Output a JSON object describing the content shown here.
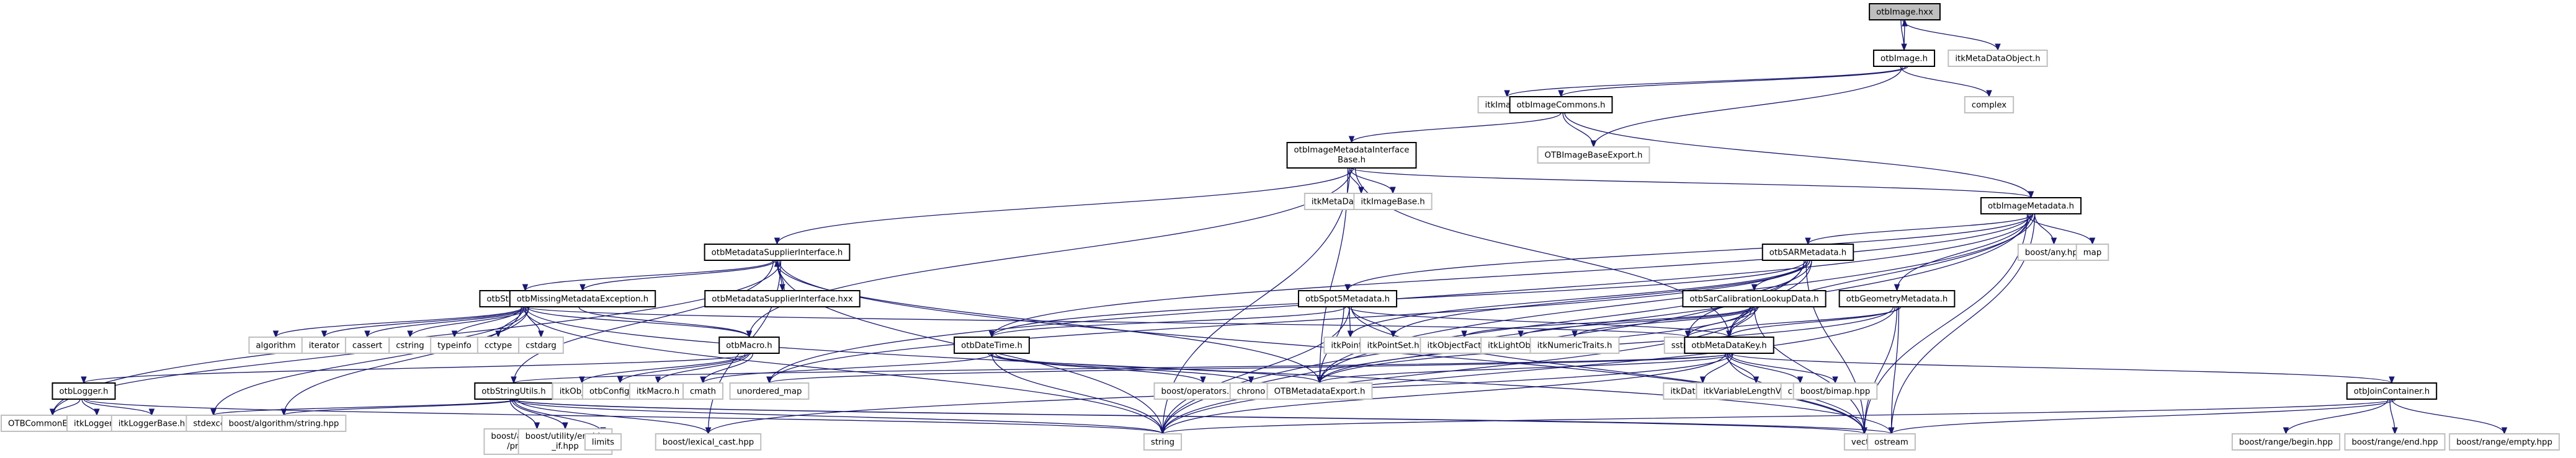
{
  "graph": {
    "title": "Include dependency graph for otbImage.hxx",
    "colors": {
      "edge": "#191970",
      "root_fill": "#bfbfbf",
      "root_border": "#000000",
      "internal_border": "#000000",
      "external_border": "#bfbfbf"
    },
    "nodes": [
      {
        "id": "otbImage_hxx",
        "label": [
          "otbImage.hxx"
        ],
        "kind": "root"
      },
      {
        "id": "otbImage_h",
        "label": [
          "otbImage.h"
        ],
        "kind": "internal"
      },
      {
        "id": "itkMetaDataObject",
        "label": [
          "itkMetaDataObject.h"
        ],
        "kind": "external"
      },
      {
        "id": "itkImage",
        "label": [
          "itkImage.h"
        ],
        "kind": "external"
      },
      {
        "id": "otbImageCommons",
        "label": [
          "otbImageCommons.h"
        ],
        "kind": "internal"
      },
      {
        "id": "complex",
        "label": [
          "complex"
        ],
        "kind": "external"
      },
      {
        "id": "otbImageMetadataInterfaceBase",
        "label": [
          "otbImageMetadataInterface",
          "Base.h"
        ],
        "kind": "internal"
      },
      {
        "id": "OTBImageBaseExport",
        "label": [
          "OTBImageBaseExport.h"
        ],
        "kind": "external"
      },
      {
        "id": "itkMetaDataDictionary",
        "label": [
          "itkMetaDataDictionary.h"
        ],
        "kind": "external"
      },
      {
        "id": "itkImageBase",
        "label": [
          "itkImageBase.h"
        ],
        "kind": "external"
      },
      {
        "id": "otbImageMetadata",
        "label": [
          "otbImageMetadata.h"
        ],
        "kind": "internal"
      },
      {
        "id": "otbMetadataSupplierInterface",
        "label": [
          "otbMetadataSupplierInterface.h"
        ],
        "kind": "internal"
      },
      {
        "id": "otbSARMetadata",
        "label": [
          "otbSARMetadata.h"
        ],
        "kind": "internal"
      },
      {
        "id": "boost_any",
        "label": [
          "boost/any.hpp"
        ],
        "kind": "external"
      },
      {
        "id": "map",
        "label": [
          "map"
        ],
        "kind": "external"
      },
      {
        "id": "otbStringUtilities",
        "label": [
          "otbStringUtilities.h"
        ],
        "kind": "internal"
      },
      {
        "id": "otbMissingMetadataException",
        "label": [
          "otbMissingMetadataException.h"
        ],
        "kind": "internal"
      },
      {
        "id": "otbMetadataSupplierInterface_hxx",
        "label": [
          "otbMetadataSupplierInterface.hxx"
        ],
        "kind": "internal"
      },
      {
        "id": "otbSpot5Metadata",
        "label": [
          "otbSpot5Metadata.h"
        ],
        "kind": "internal"
      },
      {
        "id": "otbSarCalibrationLookupData",
        "label": [
          "otbSarCalibrationLookupData.h"
        ],
        "kind": "internal"
      },
      {
        "id": "otbGeometryMetadata",
        "label": [
          "otbGeometryMetadata.h"
        ],
        "kind": "internal"
      },
      {
        "id": "algorithm",
        "label": [
          "algorithm"
        ],
        "kind": "external"
      },
      {
        "id": "iterator",
        "label": [
          "iterator"
        ],
        "kind": "external"
      },
      {
        "id": "cassert",
        "label": [
          "cassert"
        ],
        "kind": "external"
      },
      {
        "id": "cstring",
        "label": [
          "cstring"
        ],
        "kind": "external"
      },
      {
        "id": "typeinfo",
        "label": [
          "typeinfo"
        ],
        "kind": "external"
      },
      {
        "id": "cctype",
        "label": [
          "cctype"
        ],
        "kind": "external"
      },
      {
        "id": "cstdarg",
        "label": [
          "cstdarg"
        ],
        "kind": "external"
      },
      {
        "id": "otbMacro",
        "label": [
          "otbMacro.h"
        ],
        "kind": "internal"
      },
      {
        "id": "otbDateTime",
        "label": [
          "otbDateTime.h"
        ],
        "kind": "internal"
      },
      {
        "id": "itkPoint",
        "label": [
          "itkPoint.h"
        ],
        "kind": "external"
      },
      {
        "id": "itkPointSet",
        "label": [
          "itkPointSet.h"
        ],
        "kind": "external"
      },
      {
        "id": "itkObjectFactory",
        "label": [
          "itkObjectFactory.h"
        ],
        "kind": "external"
      },
      {
        "id": "itkLightObject",
        "label": [
          "itkLightObject.h"
        ],
        "kind": "external"
      },
      {
        "id": "itkNumericTraits",
        "label": [
          "itkNumericTraits.h"
        ],
        "kind": "external"
      },
      {
        "id": "sstream",
        "label": [
          "sstream"
        ],
        "kind": "external"
      },
      {
        "id": "otbMetaDataKey",
        "label": [
          "otbMetaDataKey.h"
        ],
        "kind": "internal"
      },
      {
        "id": "otbLogger",
        "label": [
          "otbLogger.h"
        ],
        "kind": "internal"
      },
      {
        "id": "otbStringUtils",
        "label": [
          "otbStringUtils.h"
        ],
        "kind": "internal"
      },
      {
        "id": "itkObject",
        "label": [
          "itkObject.h"
        ],
        "kind": "external"
      },
      {
        "id": "otbConfigure",
        "label": [
          "otbConfigure.h"
        ],
        "kind": "external"
      },
      {
        "id": "itkMacro",
        "label": [
          "itkMacro.h"
        ],
        "kind": "external"
      },
      {
        "id": "cmath",
        "label": [
          "cmath"
        ],
        "kind": "external"
      },
      {
        "id": "unordered_map",
        "label": [
          "unordered_map"
        ],
        "kind": "external"
      },
      {
        "id": "boost_operators",
        "label": [
          "boost/operators.hpp"
        ],
        "kind": "external"
      },
      {
        "id": "chrono",
        "label": [
          "chrono"
        ],
        "kind": "external"
      },
      {
        "id": "OTBMetadataExport",
        "label": [
          "OTBMetadataExport.h"
        ],
        "kind": "external"
      },
      {
        "id": "itkDataObject",
        "label": [
          "itkDataObject.h"
        ],
        "kind": "external"
      },
      {
        "id": "itkVariableLengthVector",
        "label": [
          "itkVariableLengthVector.h"
        ],
        "kind": "external"
      },
      {
        "id": "cstdio",
        "label": [
          "cstdio"
        ],
        "kind": "external"
      },
      {
        "id": "boost_bimap",
        "label": [
          "boost/bimap.hpp"
        ],
        "kind": "external"
      },
      {
        "id": "otbJoinContainer",
        "label": [
          "otbJoinContainer.h"
        ],
        "kind": "internal"
      },
      {
        "id": "OTBCommonExport",
        "label": [
          "OTBCommonExport.h"
        ],
        "kind": "external"
      },
      {
        "id": "itkLogger",
        "label": [
          "itkLogger.h"
        ],
        "kind": "external"
      },
      {
        "id": "itkLoggerBase",
        "label": [
          "itkLoggerBase.h"
        ],
        "kind": "external"
      },
      {
        "id": "stdexcept",
        "label": [
          "stdexcept"
        ],
        "kind": "external"
      },
      {
        "id": "boost_algorithm_string",
        "label": [
          "boost/algorithm/string.hpp"
        ],
        "kind": "external"
      },
      {
        "id": "boost_algorithm_string_predicate",
        "label": [
          "boost/algorithm/string",
          "/predicate.hpp"
        ],
        "kind": "external"
      },
      {
        "id": "boost_utility_enable_if",
        "label": [
          "boost/utility/enable",
          "_if.hpp"
        ],
        "kind": "external"
      },
      {
        "id": "limits",
        "label": [
          "limits"
        ],
        "kind": "external"
      },
      {
        "id": "boost_lexical_cast",
        "label": [
          "boost/lexical_cast.hpp"
        ],
        "kind": "external"
      },
      {
        "id": "string",
        "label": [
          "string"
        ],
        "kind": "external"
      },
      {
        "id": "vector",
        "label": [
          "vector"
        ],
        "kind": "external"
      },
      {
        "id": "ostream",
        "label": [
          "ostream"
        ],
        "kind": "external"
      },
      {
        "id": "boost_range_begin",
        "label": [
          "boost/range/begin.hpp"
        ],
        "kind": "external"
      },
      {
        "id": "boost_range_end",
        "label": [
          "boost/range/end.hpp"
        ],
        "kind": "external"
      },
      {
        "id": "boost_range_empty",
        "label": [
          "boost/range/empty.hpp"
        ],
        "kind": "external"
      }
    ],
    "edges": [
      [
        "otbImage_hxx",
        "otbImage_h"
      ],
      [
        "otbImage_hxx",
        "itkMetaDataObject"
      ],
      [
        "otbImage_h",
        "otbImage_hxx"
      ],
      [
        "otbImage_h",
        "itkImage"
      ],
      [
        "otbImage_h",
        "otbImageCommons"
      ],
      [
        "otbImage_h",
        "complex"
      ],
      [
        "otbImage_h",
        "OTBImageBaseExport"
      ],
      [
        "otbImageCommons",
        "otbImageMetadataInterfaceBase"
      ],
      [
        "otbImageCommons",
        "OTBImageBaseExport"
      ],
      [
        "otbImageCommons",
        "otbImageMetadata"
      ],
      [
        "otbImageMetadataInterfaceBase",
        "itkMetaDataDictionary"
      ],
      [
        "otbImageMetadataInterfaceBase",
        "itkImageBase"
      ],
      [
        "otbImageMetadataInterfaceBase",
        "otbImageMetadata"
      ],
      [
        "otbImageMetadataInterfaceBase",
        "otbMetadataSupplierInterface"
      ],
      [
        "otbImageMetadataInterfaceBase",
        "otbMetaDataKey"
      ],
      [
        "otbImageMetadataInterfaceBase",
        "OTBMetadataExport"
      ],
      [
        "otbImageMetadataInterfaceBase",
        "string"
      ],
      [
        "otbImageMetadataInterfaceBase",
        "otbMacro"
      ],
      [
        "otbImageMetadata",
        "otbSARMetadata"
      ],
      [
        "otbImageMetadata",
        "boost_any"
      ],
      [
        "otbImageMetadata",
        "map"
      ],
      [
        "otbImageMetadata",
        "otbGeometryMetadata"
      ],
      [
        "otbImageMetadata",
        "otbMetaDataKey"
      ],
      [
        "otbImageMetadata",
        "otbSpot5Metadata"
      ],
      [
        "otbImageMetadata",
        "OTBMetadataExport"
      ],
      [
        "otbImageMetadata",
        "vector"
      ],
      [
        "otbImageMetadata",
        "string"
      ],
      [
        "otbImageMetadata",
        "otbDateTime"
      ],
      [
        "otbImageMetadata",
        "unordered_map"
      ],
      [
        "otbImageMetadata",
        "ostream"
      ],
      [
        "otbMetadataSupplierInterface",
        "otbStringUtilities"
      ],
      [
        "otbMetadataSupplierInterface",
        "otbMissingMetadataException"
      ],
      [
        "otbMetadataSupplierInterface",
        "otbMetadataSupplierInterface_hxx"
      ],
      [
        "otbMetadataSupplierInterface_hxx",
        "otbMetadataSupplierInterface"
      ],
      [
        "otbMetadataSupplierInterface",
        "OTBCommonExport"
      ],
      [
        "otbMetadataSupplierInterface",
        "otbStringUtils"
      ],
      [
        "otbMetadataSupplierInterface",
        "OTBMetadataExport"
      ],
      [
        "otbMetadataSupplierInterface",
        "string"
      ],
      [
        "otbMetadataSupplierInterface",
        "vector"
      ],
      [
        "otbMetadataSupplierInterface",
        "boost_lexical_cast"
      ],
      [
        "otbMissingMetadataException",
        "otbMacro"
      ],
      [
        "otbStringUtilities",
        "algorithm"
      ],
      [
        "otbStringUtilities",
        "iterator"
      ],
      [
        "otbStringUtilities",
        "cassert"
      ],
      [
        "otbStringUtilities",
        "cstring"
      ],
      [
        "otbStringUtilities",
        "typeinfo"
      ],
      [
        "otbStringUtilities",
        "cctype"
      ],
      [
        "otbStringUtilities",
        "cstdarg"
      ],
      [
        "otbStringUtilities",
        "otbMacro"
      ],
      [
        "otbStringUtilities",
        "stdexcept"
      ],
      [
        "otbStringUtilities",
        "boost_algorithm_string"
      ],
      [
        "otbStringUtilities",
        "string"
      ],
      [
        "otbStringUtilities",
        "ostream"
      ],
      [
        "otbStringUtilities",
        "sstream"
      ],
      [
        "otbStringUtilities",
        "OTBCommonExport"
      ],
      [
        "otbMacro",
        "itkObject"
      ],
      [
        "otbMacro",
        "otbConfigure"
      ],
      [
        "otbMacro",
        "itkMacro"
      ],
      [
        "otbMacro",
        "otbLogger"
      ],
      [
        "otbMacro",
        "cmath"
      ],
      [
        "otbLogger",
        "OTBCommonExport"
      ],
      [
        "otbLogger",
        "itkLogger"
      ],
      [
        "otbLogger",
        "itkLoggerBase"
      ],
      [
        "otbLogger",
        "string"
      ],
      [
        "otbStringUtils",
        "boost_algorithm_string"
      ],
      [
        "otbStringUtils",
        "boost_algorithm_string_predicate"
      ],
      [
        "otbStringUtils",
        "boost_utility_enable_if"
      ],
      [
        "otbStringUtils",
        "limits"
      ],
      [
        "otbStringUtils",
        "stdexcept"
      ],
      [
        "otbStringUtils",
        "boost_lexical_cast"
      ],
      [
        "otbStringUtils",
        "string"
      ],
      [
        "otbStringUtils",
        "vector"
      ],
      [
        "otbStringUtils",
        "ostream"
      ],
      [
        "otbSARMetadata",
        "otbSarCalibrationLookupData"
      ],
      [
        "otbSARMetadata",
        "otbMetaDataKey"
      ],
      [
        "otbSARMetadata",
        "sstream"
      ],
      [
        "otbSARMetadata",
        "otbDateTime"
      ],
      [
        "otbSARMetadata",
        "itkPoint"
      ],
      [
        "otbSARMetadata",
        "itkPointSet"
      ],
      [
        "otbSARMetadata",
        "OTBMetadataExport"
      ],
      [
        "otbSARMetadata",
        "string"
      ],
      [
        "otbSARMetadata",
        "vector"
      ],
      [
        "otbSARMetadata",
        "unordered_map"
      ],
      [
        "otbSpot5Metadata",
        "itkPoint"
      ],
      [
        "otbSpot5Metadata",
        "itkPointSet"
      ],
      [
        "otbSpot5Metadata",
        "OTBMetadataExport"
      ],
      [
        "otbSpot5Metadata",
        "otbDateTime"
      ],
      [
        "otbSpot5Metadata",
        "otbMetaDataKey"
      ],
      [
        "otbSpot5Metadata",
        "string"
      ],
      [
        "otbSpot5Metadata",
        "vector"
      ],
      [
        "otbSarCalibrationLookupData",
        "itkObjectFactory"
      ],
      [
        "otbSarCalibrationLookupData",
        "itkLightObject"
      ],
      [
        "otbSarCalibrationLookupData",
        "itkNumericTraits"
      ],
      [
        "otbSarCalibrationLookupData",
        "otbMetaDataKey"
      ],
      [
        "otbSarCalibrationLookupData",
        "sstream"
      ],
      [
        "otbSarCalibrationLookupData",
        "OTBMetadataExport"
      ],
      [
        "otbSarCalibrationLookupData",
        "string"
      ],
      [
        "otbSarCalibrationLookupData",
        "vector"
      ],
      [
        "otbGeometryMetadata",
        "otbMetaDataKey"
      ],
      [
        "otbGeometryMetadata",
        "sstream"
      ],
      [
        "otbGeometryMetadata",
        "OTBMetadataExport"
      ],
      [
        "otbGeometryMetadata",
        "string"
      ],
      [
        "otbGeometryMetadata",
        "vector"
      ],
      [
        "otbGeometryMetadata",
        "ostream"
      ],
      [
        "otbDateTime",
        "boost_operators"
      ],
      [
        "otbDateTime",
        "chrono"
      ],
      [
        "otbDateTime",
        "OTBMetadataExport"
      ],
      [
        "otbDateTime",
        "string"
      ],
      [
        "otbDateTime",
        "cmath"
      ],
      [
        "otbMetaDataKey",
        "itkDataObject"
      ],
      [
        "otbMetaDataKey",
        "itkVariableLengthVector"
      ],
      [
        "otbMetaDataKey",
        "cstdio"
      ],
      [
        "otbMetaDataKey",
        "boost_bimap"
      ],
      [
        "otbMetaDataKey",
        "otbJoinContainer"
      ],
      [
        "otbMetaDataKey",
        "OTBMetadataExport"
      ],
      [
        "otbMetaDataKey",
        "string"
      ],
      [
        "otbMetaDataKey",
        "vector"
      ],
      [
        "otbMetaDataKey",
        "unordered_map"
      ],
      [
        "otbMetaDataKey",
        "otbStringUtils"
      ],
      [
        "otbMetaDataKey",
        "boost_lexical_cast"
      ],
      [
        "otbJoinContainer",
        "boost_range_begin"
      ],
      [
        "otbJoinContainer",
        "boost_range_end"
      ],
      [
        "otbJoinContainer",
        "boost_range_empty"
      ],
      [
        "otbJoinContainer",
        "string"
      ],
      [
        "otbJoinContainer",
        "ostream"
      ]
    ]
  }
}
